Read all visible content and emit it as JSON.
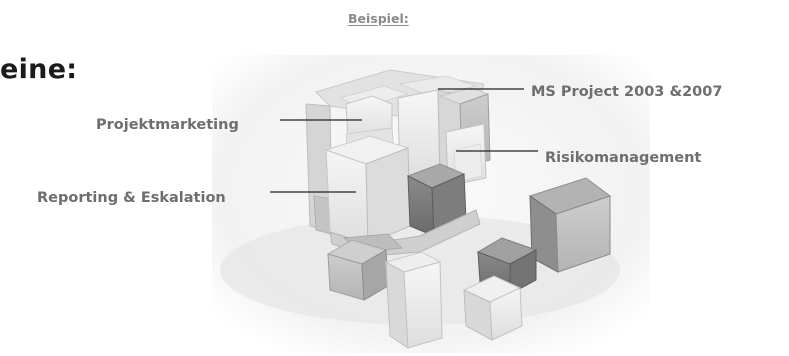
{
  "heading": "eine:",
  "example_label": "Beispiel:",
  "callouts": {
    "projektmarketing": "Projektmarketing",
    "reporting": "Reporting & Eskalation",
    "ms_project": "MS Project 2003 &2007",
    "risikomanagement": "Risikomanagement"
  },
  "colors": {
    "text_dark": "#1b1b1b",
    "text_gray": "#6e6e6e",
    "leader_line": "#222222"
  },
  "image": {
    "subject": "3d-cube-blocks"
  }
}
